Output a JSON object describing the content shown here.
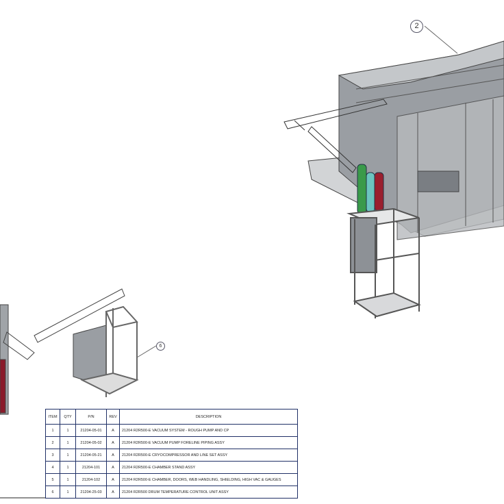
{
  "callouts": {
    "balloon_2": "2",
    "balloon_6": "6"
  },
  "bom": {
    "headers": [
      "ITEM",
      "QTY",
      "P/N",
      "REV",
      "DESCRIPTION"
    ],
    "rows": [
      [
        "1",
        "1",
        "21204-05-01",
        "A",
        "21204 R2R500-E VACUUM SYSTEM - ROUGH PUMP AND CP"
      ],
      [
        "2",
        "1",
        "21204-05-02",
        "A",
        "21204 R2R500-E VACUUM PUMP FORELINE PIPING ASSY"
      ],
      [
        "3",
        "1",
        "21204-05-21",
        "A",
        "21204 R2R500-E CRYOCOMPRESSOR AND LINE SET ASSY"
      ],
      [
        "4",
        "1",
        "21204-101",
        "A",
        "21204 R2R500-E CHAMBER STAND ASSY"
      ],
      [
        "5",
        "1",
        "21204-102",
        "A",
        "21204 R2R500-E CHAMBER, DOORS, WEB HANDLING, SHIELDING, HIGH VAC & GAUGES"
      ],
      [
        "6",
        "1",
        "21204-25-03",
        "A",
        "21204 R2R500 DRUM TEMPERATURE CONTROL UNIT ASSY"
      ]
    ]
  },
  "colors": {
    "gas_green": "#3a9a4a",
    "gas_teal": "#6cc4c0",
    "gas_red": "#9a1f2e",
    "frame": "#8a8f96",
    "table_border": "#1f2f66"
  }
}
